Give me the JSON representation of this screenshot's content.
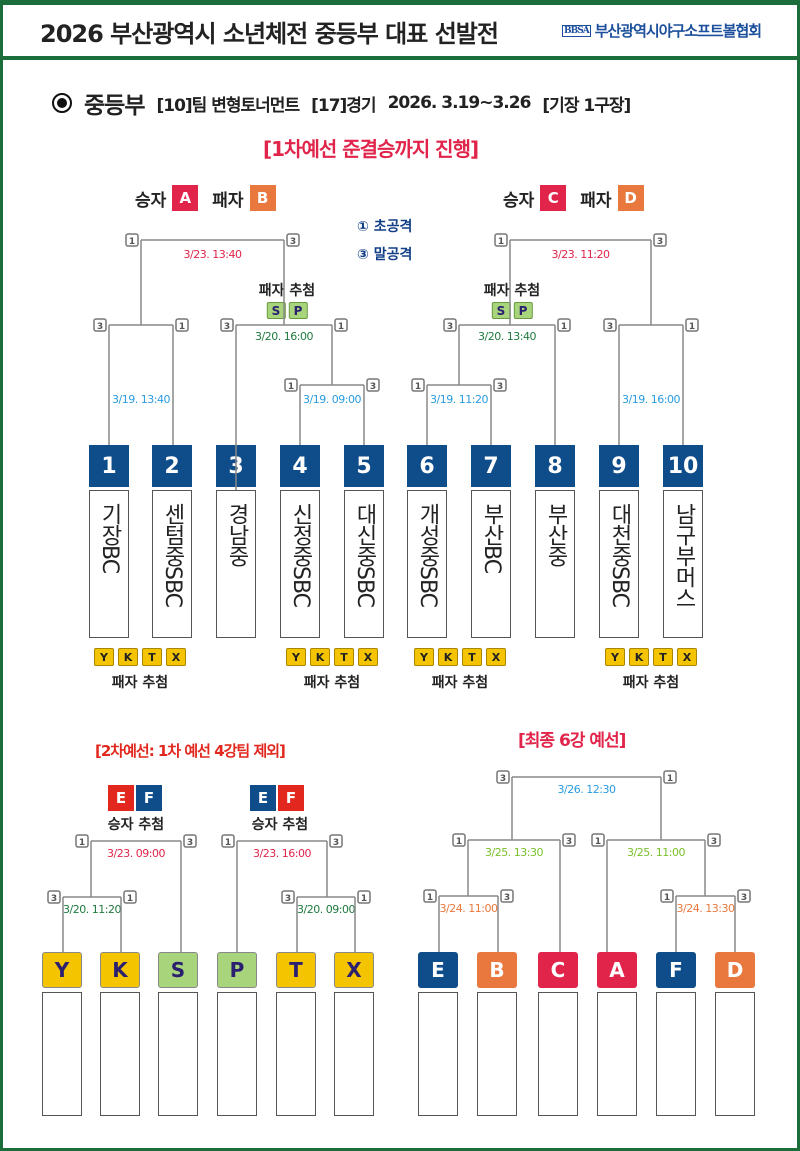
{
  "header": {
    "title": "2026 부산광역시 소년체전 중등부 대표 선발전",
    "org_mark": "BBSA",
    "org": "부산광역시야구소프트볼협회"
  },
  "subtitle": {
    "division": "중등부",
    "teams": "[10]팀 변형토너먼트",
    "games": "[17]경기",
    "period": "2026. 3.19~3.26",
    "venue": "[기장 1구장]"
  },
  "round1": {
    "title": "[1차예선 준결승까지 진행]",
    "winner": "승자",
    "loser": "패자",
    "labels": [
      "A",
      "B",
      "C",
      "D"
    ],
    "legend": [
      "① 초공격",
      "③ 말공격"
    ],
    "loser_draw": "패자 추첨",
    "sp": [
      "S",
      "P"
    ],
    "yktx": [
      "Y",
      "K",
      "T",
      "X"
    ],
    "teams": [
      {
        "no": "1",
        "name": "기장BC"
      },
      {
        "no": "2",
        "name": "센텀중SBC"
      },
      {
        "no": "3",
        "name": "경남중"
      },
      {
        "no": "4",
        "name": "신정중SBC"
      },
      {
        "no": "5",
        "name": "대신중SBC"
      },
      {
        "no": "6",
        "name": "개성중SBC"
      },
      {
        "no": "7",
        "name": "부산BC"
      },
      {
        "no": "8",
        "name": "부산중"
      },
      {
        "no": "9",
        "name": "대천중SBC"
      },
      {
        "no": "10",
        "name": "남구부머스"
      }
    ],
    "dates": [
      "3/19. 13:40",
      "3/19. 09:00",
      "3/20. 16:00",
      "3/23. 13:40",
      "3/19. 11:20",
      "3/20. 13:40",
      "3/19. 16:00",
      "3/23. 11:20"
    ]
  },
  "round2": {
    "title": "[2차예선: 1차 예선 4강팀 제외]",
    "winner_draw": "승자 추첨",
    "ef": [
      "E",
      "F"
    ],
    "tiles": [
      "Y",
      "K",
      "S",
      "P",
      "T",
      "X"
    ],
    "dates": [
      "3/23. 09:00",
      "3/20. 11:20",
      "3/23. 16:00",
      "3/20. 09:00"
    ]
  },
  "final": {
    "title": "[최종 6강 예선]",
    "tiles": [
      "E",
      "B",
      "C",
      "A",
      "F",
      "D"
    ],
    "dates": [
      "3/26. 12:30",
      "3/25. 13:30",
      "3/25. 11:00",
      "3/24. 11:00",
      "3/24. 13:30"
    ]
  },
  "colors": {
    "green": "#1b6e3c",
    "navy": "#0f4c8a",
    "red": "#e0244a",
    "orange": "#e8783e",
    "yellow": "#f5c400",
    "lightgreen": "#a8d57c"
  }
}
